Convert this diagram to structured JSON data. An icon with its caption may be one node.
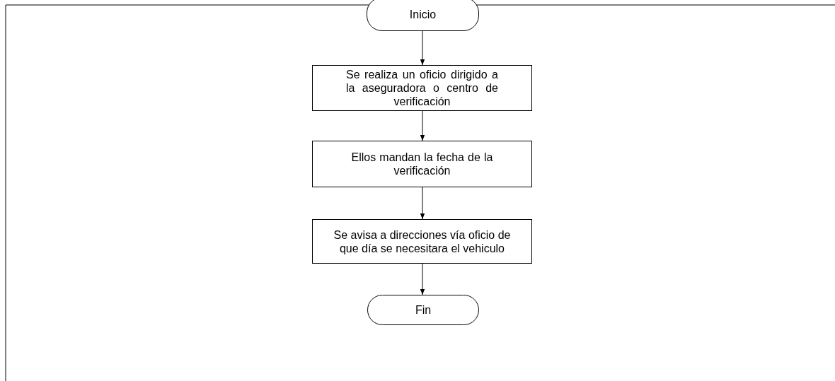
{
  "diagram": {
    "nodes": [
      {
        "text": [
          "Inicio"
        ]
      },
      {
        "text": [
          "Se realiza un oficio dirigido a la aseguradora o centro de verificación"
        ]
      },
      {
        "text": [
          "Ellos mandan la fecha de la verificación"
        ]
      },
      {
        "text": [
          "Se avisa a direcciones vía oficio de que día se necesitara el vehiculo"
        ]
      },
      {
        "text": [
          "Fin"
        ]
      }
    ],
    "edges": [
      {
        "from": 0,
        "to": 1,
        "arrow": "to"
      },
      {
        "from": 1,
        "to": 2,
        "arrow": "to"
      },
      {
        "from": 2,
        "to": 3,
        "arrow": "to"
      },
      {
        "from": 3,
        "to": 4,
        "arrow": "to"
      }
    ]
  }
}
